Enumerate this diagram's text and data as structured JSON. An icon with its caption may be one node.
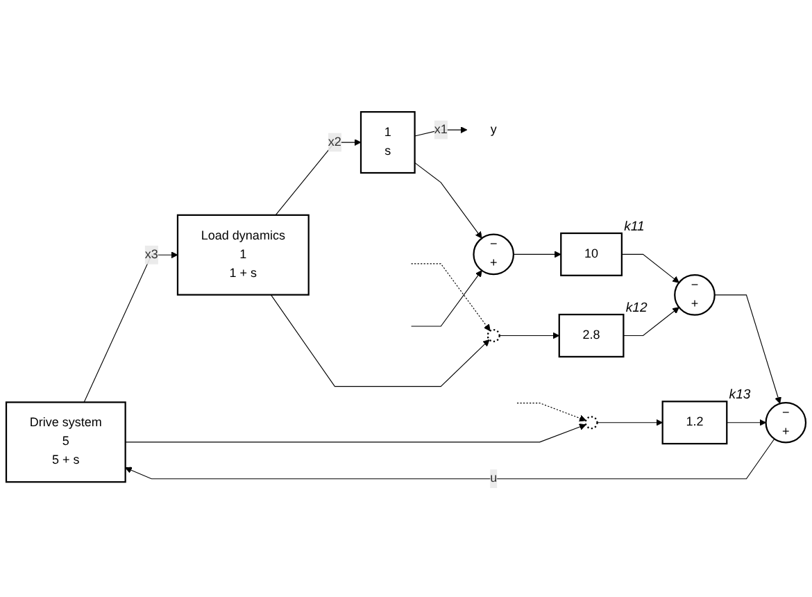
{
  "diagram": {
    "nodes": [
      {
        "text": [
          "Drive system",
          "5",
          "5 + s"
        ]
      },
      {
        "text": [
          "Load dynamics",
          "1",
          "1 + s"
        ]
      },
      {
        "text": [
          "1",
          "s"
        ]
      },
      {
        "text": [
          "y"
        ]
      },
      {
        "text": [],
        "shape": "circle"
      },
      {
        "text": [],
        "shape": "circle"
      },
      {
        "text": [
          "−",
          "+"
        ]
      },
      {
        "text": [
          "1.2"
        ],
        "beside": [
          "k13"
        ]
      },
      {
        "text": [
          "2.8"
        ],
        "beside": [
          "k12"
        ]
      },
      {
        "text": [
          "10"
        ],
        "beside": [
          "k11"
        ]
      },
      {
        "text": [
          "−",
          "+"
        ]
      },
      {
        "text": [
          "−",
          "+"
        ]
      }
    ],
    "edges": [
      {
        "from": 10,
        "to": 0,
        "arrow": "to",
        "label": "u"
      },
      {
        "from": 0,
        "to": 1,
        "arrow": "to",
        "label": "x3"
      },
      {
        "from": 1,
        "to": 2,
        "arrow": "to",
        "label": "x2"
      },
      {
        "from": 2,
        "to": 3,
        "arrow": "to",
        "label": "x1"
      },
      {
        "from": 0,
        "to": 4,
        "arrow": "to"
      },
      {
        "from": null,
        "to": 4,
        "arrow": "to",
        "style": "dashed"
      },
      {
        "from": 1,
        "to": 5,
        "arrow": "to"
      },
      {
        "from": null,
        "to": 5,
        "arrow": "to",
        "style": "dashed"
      },
      {
        "from": 2,
        "to": 6,
        "arrow": "to"
      },
      {
        "from": null,
        "to": 6,
        "arrow": "to"
      },
      {
        "from": 4,
        "to": 7,
        "arrow": "to"
      },
      {
        "from": 5,
        "to": 8,
        "arrow": "to"
      },
      {
        "from": 6,
        "to": 9,
        "arrow": "to"
      },
      {
        "from": 7,
        "to": 10,
        "arrow": "to"
      },
      {
        "from": 8,
        "to": 11,
        "arrow": "to"
      },
      {
        "from": 11,
        "to": 10,
        "arrow": "to"
      },
      {
        "from": 9,
        "to": 11,
        "arrow": "to"
      }
    ]
  }
}
